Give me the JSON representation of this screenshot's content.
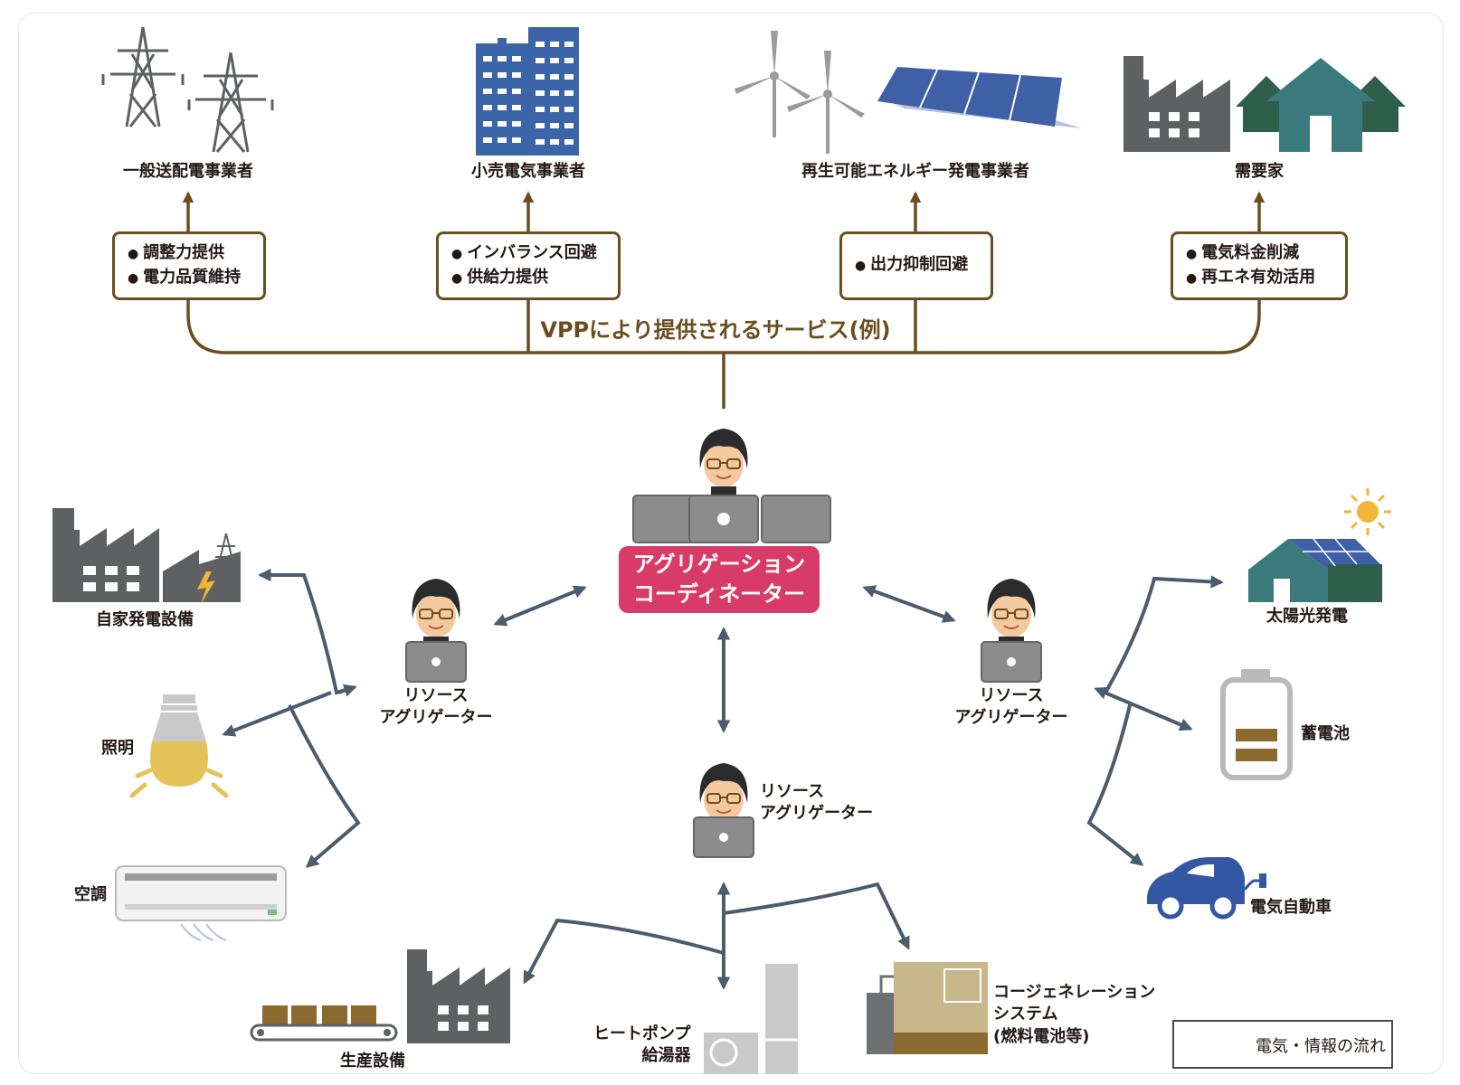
{
  "colors": {
    "brown": "#6b4d1f",
    "arrow": "#4a5c6e",
    "coordinator_bg": "#d93b68",
    "factory": "#5f6062",
    "building": "#3c64a8",
    "house": "#3b7a7c",
    "solar": "#3f5fa6",
    "bulb": "#e4c35a",
    "battery_fill": "#8a6a2e",
    "car": "#3457a4",
    "cogen": "#c8b78a"
  },
  "top": {
    "entities": [
      {
        "label": "一般送配電事業者",
        "icon": "transmission-tower-icon"
      },
      {
        "label": "小売電気事業者",
        "icon": "office-building-icon"
      },
      {
        "label": "再生可能エネルギー発電事業者",
        "icon": "wind-solar-icon"
      },
      {
        "label": "需要家",
        "icon": "factory-houses-icon"
      }
    ],
    "services": [
      [
        "調整力提供",
        "電力品質維持"
      ],
      [
        "インバランス回避",
        "供給力提供"
      ],
      [
        "出力抑制回避"
      ],
      [
        "電気料金削減",
        "再エネ有効活用"
      ]
    ],
    "title": "VPPにより提供されるサービス(例)"
  },
  "coordinator": {
    "line1": "アグリゲーション",
    "line2": "コーディネーター"
  },
  "aggregators": {
    "left": [
      "リソース",
      "アグリゲーター"
    ],
    "right": [
      "リソース",
      "アグリゲーター"
    ],
    "bottom": [
      "リソース",
      "アグリゲーター"
    ]
  },
  "resources": {
    "left": [
      {
        "label": "自家発電設備",
        "icon": "private-generator-icon"
      },
      {
        "label": "照明",
        "icon": "light-bulb-icon"
      },
      {
        "label": "空調",
        "icon": "air-conditioner-icon"
      }
    ],
    "right": [
      {
        "label": "太陽光発電",
        "icon": "solar-house-icon"
      },
      {
        "label": "蓄電池",
        "icon": "battery-icon"
      },
      {
        "label": "電気自動車",
        "icon": "electric-car-icon"
      }
    ],
    "bottom": [
      {
        "label": "生産設備",
        "icon": "production-factory-icon"
      },
      {
        "line1": "ヒートポンプ",
        "line2": "給湯器",
        "icon": "heat-pump-icon"
      },
      {
        "line1": "コージェネレーション",
        "line2": "システム",
        "line3": "(燃料電池等)",
        "icon": "cogeneration-icon"
      }
    ]
  },
  "legend": {
    "label": "電気・情報の流れ"
  }
}
